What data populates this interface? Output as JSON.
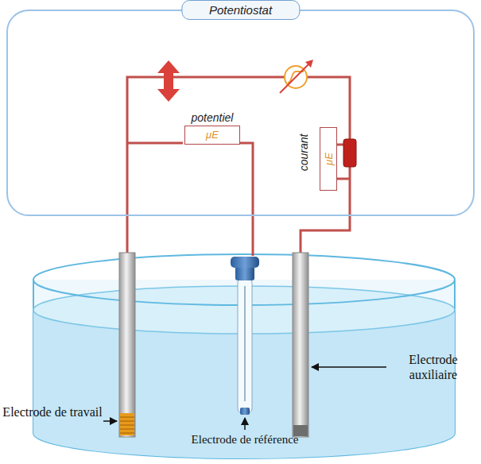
{
  "diagram": {
    "nodes": [
      {
        "text": [
          "Potentiostat"
        ]
      },
      {
        "text": [
          "potentiel",
          "μE"
        ],
        "in": 0
      },
      {
        "text": [
          "courant",
          "μE"
        ],
        "in": 0
      }
    ],
    "labels": [
      "Electrode de travail",
      "Electrode de référence",
      "Electrode auxiliaire"
    ]
  }
}
